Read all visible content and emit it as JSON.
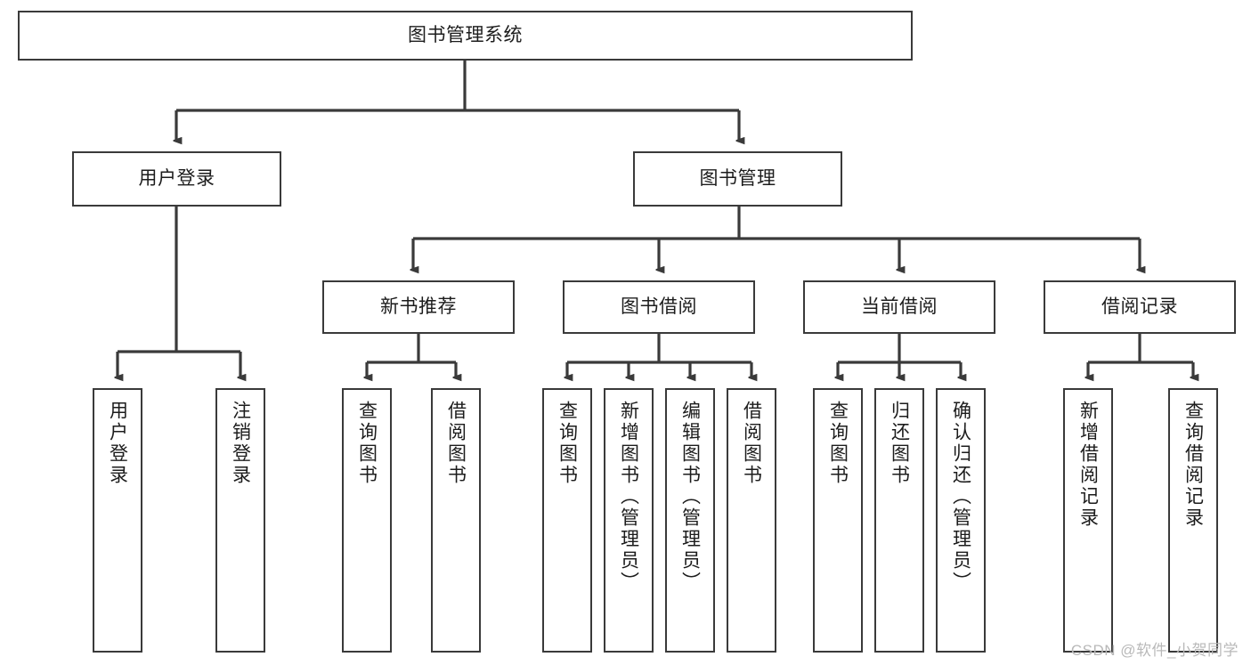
{
  "diagram": {
    "title": "图书管理系统",
    "type": "hierarchy-tree",
    "watermark": "CSDN @软件_小贺同学",
    "colors": {
      "box_border": "#3a3a3a",
      "box_fill": "#ffffff",
      "connector": "#3a3a3a",
      "text": "#1c1c1c",
      "watermark": "#b9b9b9"
    },
    "nodes": {
      "root": {
        "label": "图书管理系统"
      },
      "level2": [
        {
          "label": "用户登录"
        },
        {
          "label": "图书管理"
        }
      ],
      "level3": [
        {
          "label": "新书推荐"
        },
        {
          "label": "图书借阅"
        },
        {
          "label": "当前借阅"
        },
        {
          "label": "借阅记录"
        }
      ],
      "leaves": {
        "user_login": [
          {
            "label": "用户登录"
          },
          {
            "label": "注销登录"
          }
        ],
        "new_book_recommend": [
          {
            "label": "查询图书"
          },
          {
            "label": "借阅图书"
          }
        ],
        "book_borrow": [
          {
            "label": "查询图书"
          },
          {
            "label": "新增图书（管理员）"
          },
          {
            "label": "编辑图书（管理员）"
          },
          {
            "label": "借阅图书"
          }
        ],
        "current_borrow": [
          {
            "label": "查询图书"
          },
          {
            "label": "归还图书"
          },
          {
            "label": "确认归还（管理员）"
          }
        ],
        "borrow_record": [
          {
            "label": "新增借阅记录"
          },
          {
            "label": "查询借阅记录"
          }
        ]
      }
    }
  }
}
